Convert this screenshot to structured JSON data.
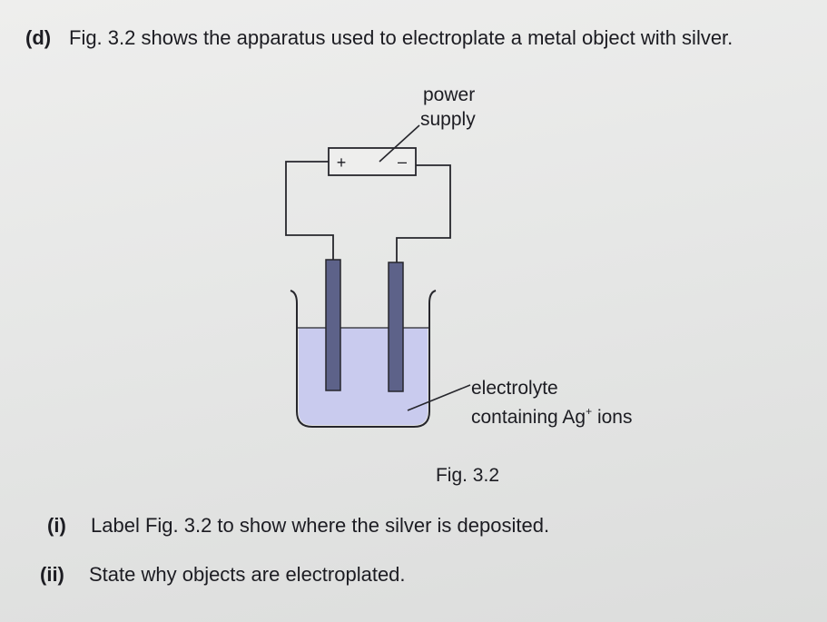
{
  "question": {
    "d": {
      "part_label": "(d)",
      "text": "Fig. 3.2 shows the apparatus used to electroplate a metal object with silver."
    },
    "i": {
      "part_label": "(i)",
      "text": "Label Fig. 3.2 to show where the silver is deposited."
    },
    "ii": {
      "part_label": "(ii)",
      "text": "State why objects are electroplated."
    }
  },
  "figure": {
    "caption": "Fig. 3.2",
    "power_label_line1": "power",
    "power_label_line2": "supply",
    "positive_terminal": "+",
    "negative_terminal": "–",
    "electrolyte_line1": "electrolyte",
    "electrolyte_line2_prefix": "containing Ag",
    "electrolyte_superscript": "+",
    "electrolyte_line2_suffix": " ions",
    "colors": {
      "electrolyte": "#c9cbee",
      "electrode": "#5d6289",
      "wire": "#26262c",
      "text": "#1c1c22"
    }
  }
}
